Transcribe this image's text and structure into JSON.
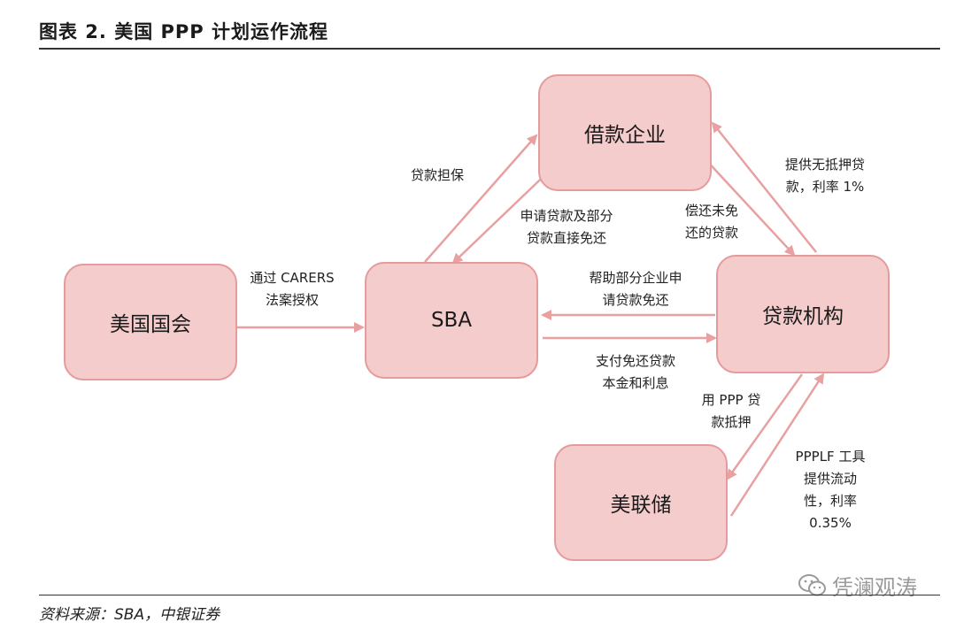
{
  "header": {
    "title": "图表 2. 美国 PPP 计划运作流程"
  },
  "footer": {
    "source": "资料来源：SBA，中银证券"
  },
  "nodes": {
    "congress": "美国国会",
    "sba": "SBA",
    "borrower": "借款企业",
    "lender": "贷款机构",
    "fed": "美联储"
  },
  "edges": {
    "congress_to_sba": "通过 CARERS\n法案授权",
    "sba_to_borrower": "贷款担保",
    "borrower_to_sba": "申请贷款及部分\n贷款直接免还",
    "lender_to_borrower": "提供无抵押贷\n款，利率 1%",
    "borrower_to_lender": "偿还未免\n还的贷款",
    "lender_to_sba": "帮助部分企业申\n请贷款免还",
    "sba_to_lender": "支付免还贷款\n本金和利息",
    "lender_to_fed": "用 PPP 贷\n款抵押",
    "fed_to_lender": "PPPLF 工具\n提供流动\n性，利率\n0.35%"
  },
  "watermark": {
    "text": "凭澜观涛",
    "icon": "wechat-icon"
  },
  "colors": {
    "box_fill": "#f4cccc",
    "box_border": "#e59b9b",
    "arrow": "#e8a0a0"
  }
}
